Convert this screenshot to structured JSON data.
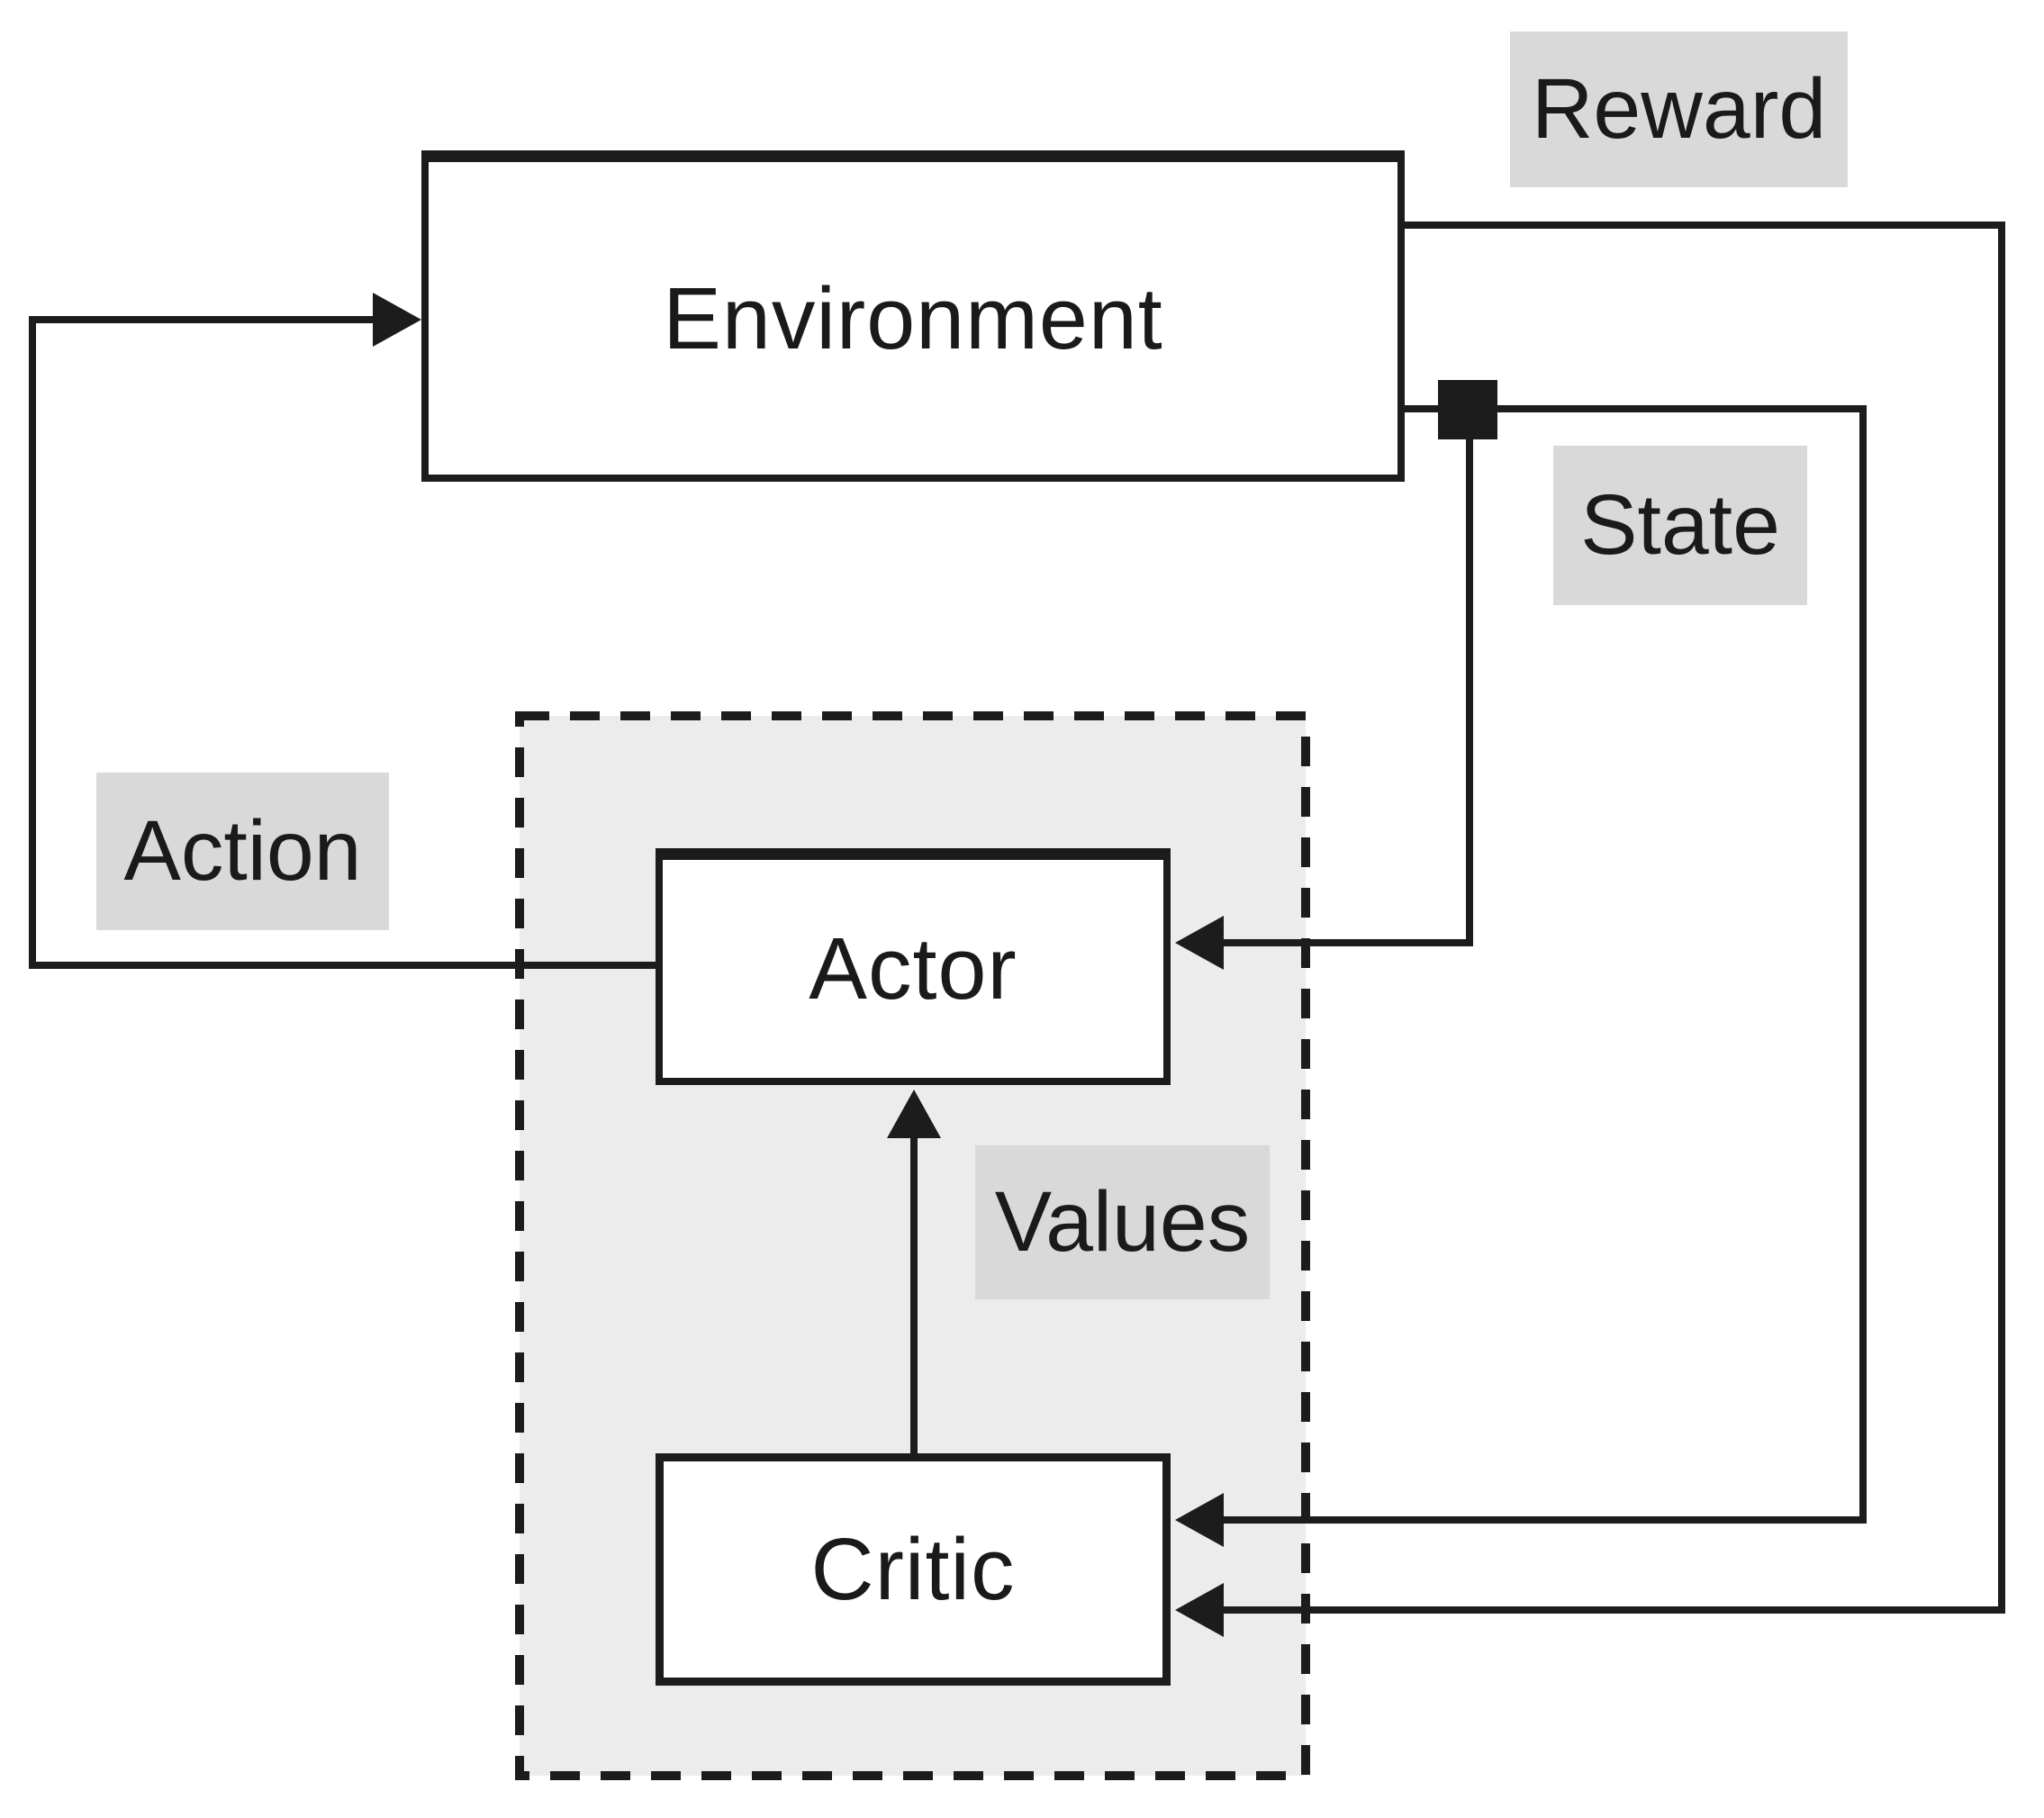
{
  "nodes": {
    "environment": {
      "label": "Environment"
    },
    "actor": {
      "label": "Actor"
    },
    "critic": {
      "label": "Critic"
    }
  },
  "labels": {
    "reward": {
      "label": "Reward"
    },
    "state": {
      "label": "State"
    },
    "action": {
      "label": "Action"
    },
    "values": {
      "label": "Values"
    }
  },
  "icons": {
    "junction": "junction-square-icon",
    "arrowheads": "filled-triangle-arrow-icon"
  },
  "colors": {
    "line": "#1c1c1c",
    "text": "#1a1a1a",
    "label-bg": "#d9d9d9",
    "region-bg": "#ececec",
    "box-bg": "#ffffff",
    "canvas-bg": "#ffffff"
  }
}
